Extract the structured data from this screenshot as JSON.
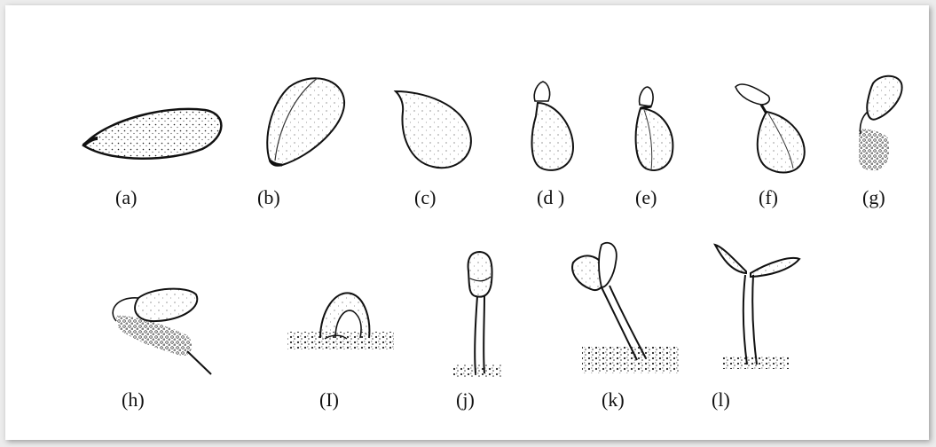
{
  "figure": {
    "stages": [
      {
        "id": "a",
        "label": "(a)"
      },
      {
        "id": "b",
        "label": "(b)"
      },
      {
        "id": "c",
        "label": "(c)"
      },
      {
        "id": "d",
        "label": "(d )"
      },
      {
        "id": "e",
        "label": "(e)"
      },
      {
        "id": "f",
        "label": "(f)"
      },
      {
        "id": "g",
        "label": "(g)"
      },
      {
        "id": "h",
        "label": "(h)"
      },
      {
        "id": "i",
        "label": "(I)"
      },
      {
        "id": "j",
        "label": "(j)"
      },
      {
        "id": "k",
        "label": "(k)"
      },
      {
        "id": "l",
        "label": "(l)"
      }
    ]
  }
}
